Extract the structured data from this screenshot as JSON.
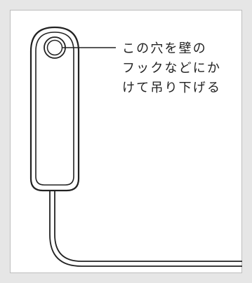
{
  "caption": {
    "line1": "この穴を壁の",
    "line2": "フックなどにか",
    "line3": "けて吊り下げる"
  },
  "colors": {
    "background": "#e6e6e6",
    "panel": "#ffffff",
    "stroke": "#222222"
  }
}
